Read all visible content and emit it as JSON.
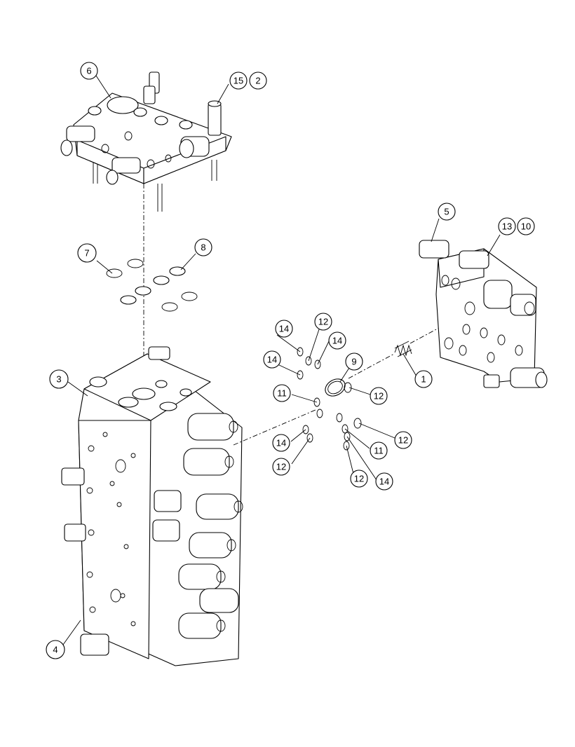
{
  "callouts": [
    {
      "id": "c1",
      "label": "1"
    },
    {
      "id": "c2",
      "label": "2"
    },
    {
      "id": "c3",
      "label": "3"
    },
    {
      "id": "c4",
      "label": "4"
    },
    {
      "id": "c5",
      "label": "5"
    },
    {
      "id": "c6",
      "label": "6"
    },
    {
      "id": "c7",
      "label": "7"
    },
    {
      "id": "c8",
      "label": "8"
    },
    {
      "id": "c9",
      "label": "9"
    },
    {
      "id": "c10",
      "label": "10"
    },
    {
      "id": "c11a",
      "label": "11"
    },
    {
      "id": "c11b",
      "label": "11"
    },
    {
      "id": "c12a",
      "label": "12"
    },
    {
      "id": "c12b",
      "label": "12"
    },
    {
      "id": "c12c",
      "label": "12"
    },
    {
      "id": "c12d",
      "label": "12"
    },
    {
      "id": "c12e",
      "label": "12"
    },
    {
      "id": "c13",
      "label": "13"
    },
    {
      "id": "c14a",
      "label": "14"
    },
    {
      "id": "c14b",
      "label": "14"
    },
    {
      "id": "c14c",
      "label": "14"
    },
    {
      "id": "c14d",
      "label": "14"
    },
    {
      "id": "c14e",
      "label": "14"
    },
    {
      "id": "c15",
      "label": "15"
    }
  ]
}
